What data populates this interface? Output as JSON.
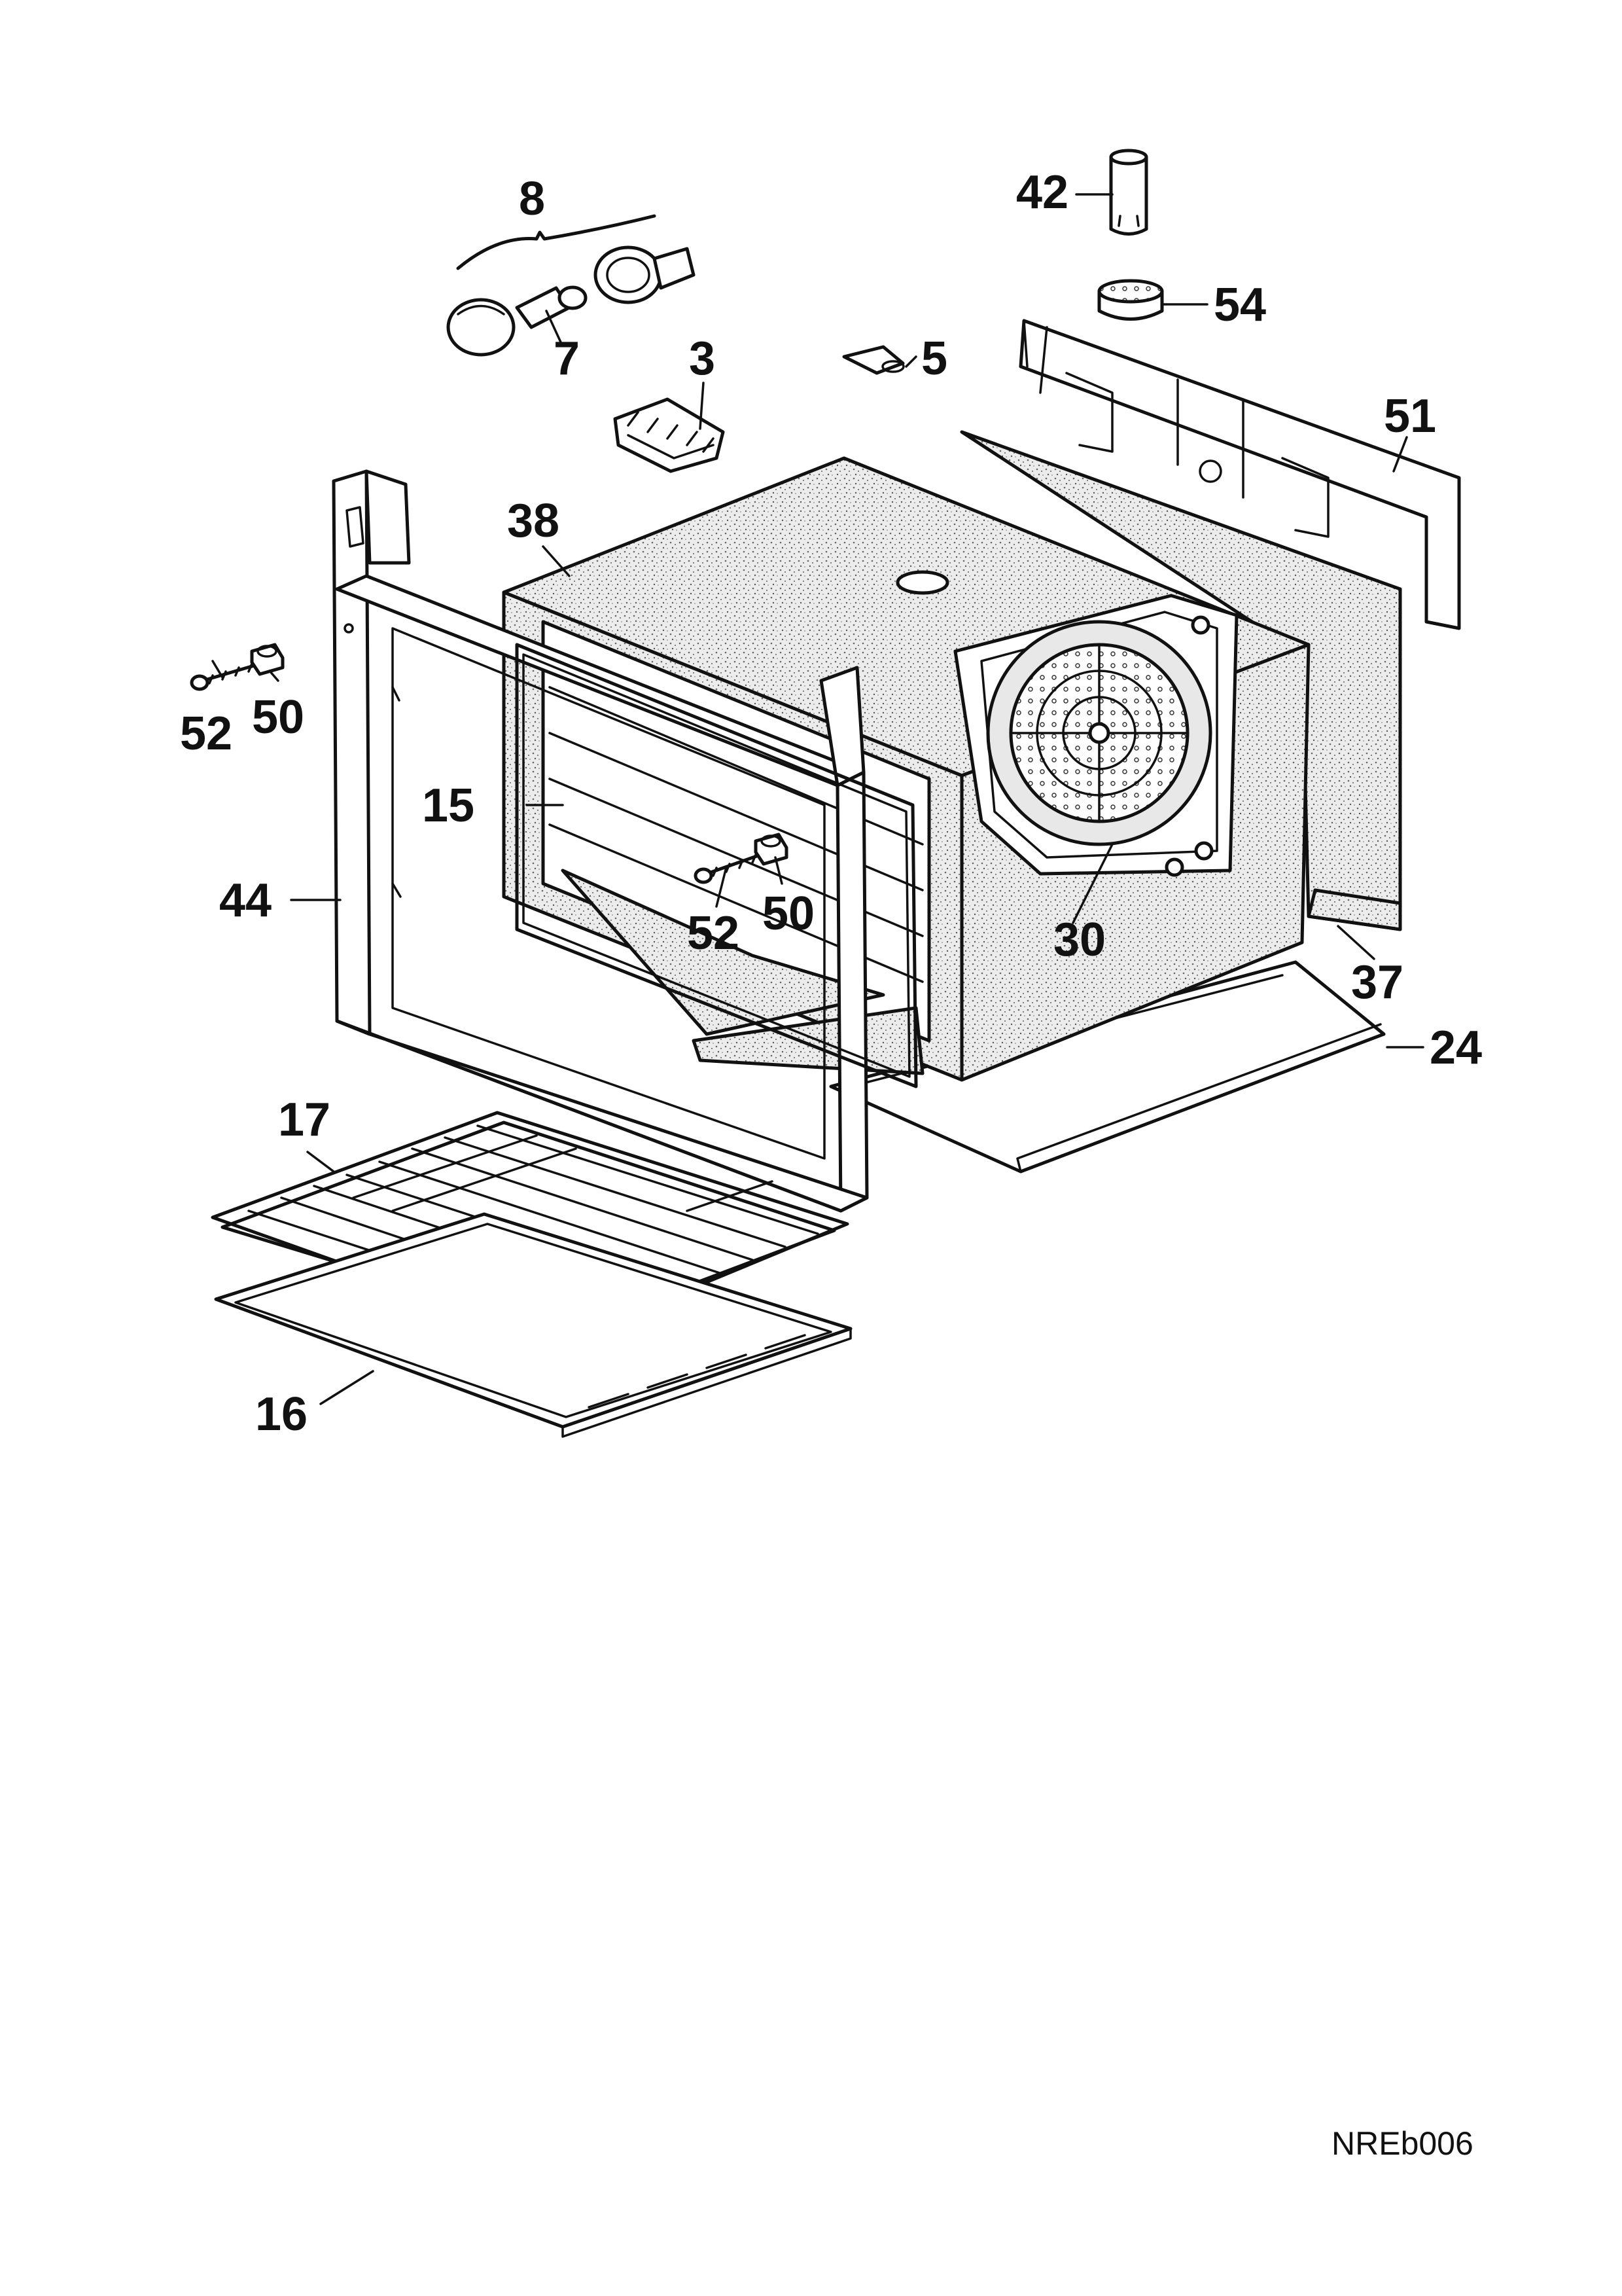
{
  "diagram": {
    "drawing_code": "NREb006",
    "callouts": [
      {
        "id": "c8",
        "label": "8"
      },
      {
        "id": "c7",
        "label": "7"
      },
      {
        "id": "c3",
        "label": "3"
      },
      {
        "id": "c5",
        "label": "5"
      },
      {
        "id": "c42",
        "label": "42"
      },
      {
        "id": "c54",
        "label": "54"
      },
      {
        "id": "c51",
        "label": "51"
      },
      {
        "id": "c38",
        "label": "38"
      },
      {
        "id": "c52a",
        "label": "52"
      },
      {
        "id": "c50a",
        "label": "50"
      },
      {
        "id": "c15",
        "label": "15"
      },
      {
        "id": "c44",
        "label": "44"
      },
      {
        "id": "c52b",
        "label": "52"
      },
      {
        "id": "c50b",
        "label": "50"
      },
      {
        "id": "c30",
        "label": "30"
      },
      {
        "id": "c37",
        "label": "37"
      },
      {
        "id": "c24",
        "label": "24"
      },
      {
        "id": "c17",
        "label": "17"
      },
      {
        "id": "c16",
        "label": "16"
      }
    ]
  }
}
